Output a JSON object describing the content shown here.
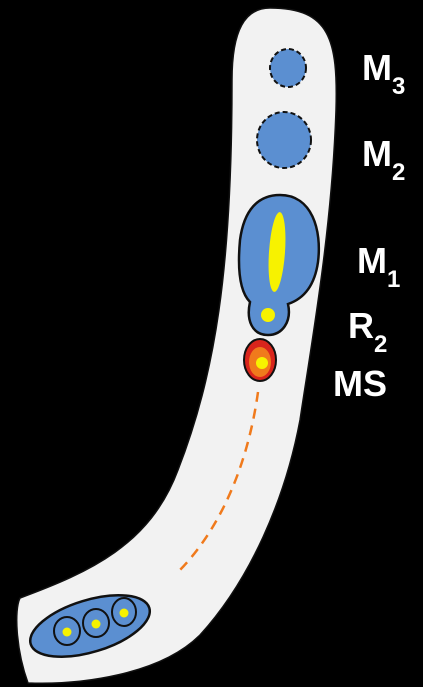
{
  "colors": {
    "background": "#000000",
    "tube": "#f2f2f2",
    "blue": "#5b8fd1",
    "yellow": "#f7f200",
    "orange": "#f07a1c",
    "red": "#d9251c",
    "outline": "#111111",
    "label": "#ffffff"
  },
  "labels": {
    "m3": {
      "main": "M",
      "sub": "3"
    },
    "m2": {
      "main": "M",
      "sub": "2"
    },
    "m1": {
      "main": "M",
      "sub": "1"
    },
    "r2": {
      "main": "R",
      "sub": "2"
    },
    "ms": {
      "main": "MS"
    }
  }
}
